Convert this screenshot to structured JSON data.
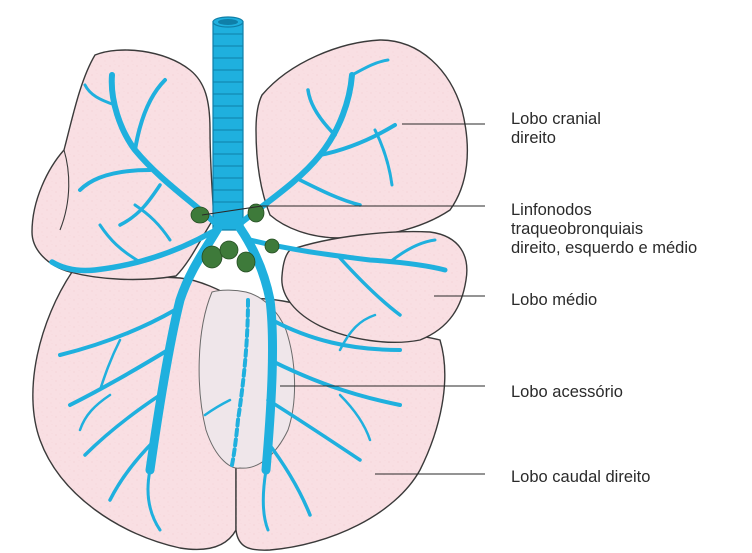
{
  "labels": {
    "cranial": {
      "line1": "Lobo cranial",
      "line2": "direito"
    },
    "linfonodos": {
      "line1": "Linfonodos",
      "line2": "traqueobronquiais",
      "line3": "direito, esquerdo e médio"
    },
    "medio": {
      "line1": "Lobo médio"
    },
    "acessorio": {
      "line1": "Lobo acessório"
    },
    "caudal": {
      "line1": "Lobo caudal direito"
    }
  },
  "colors": {
    "lung_fill": "#f9dfe3",
    "lung_outline": "#3a3a3a",
    "airway": "#1fb0de",
    "airway_dark": "#0f7fa8",
    "lymph_node": "#3e7a3a",
    "leader_line": "#2a2a2a",
    "text": "#2a2a2a"
  }
}
